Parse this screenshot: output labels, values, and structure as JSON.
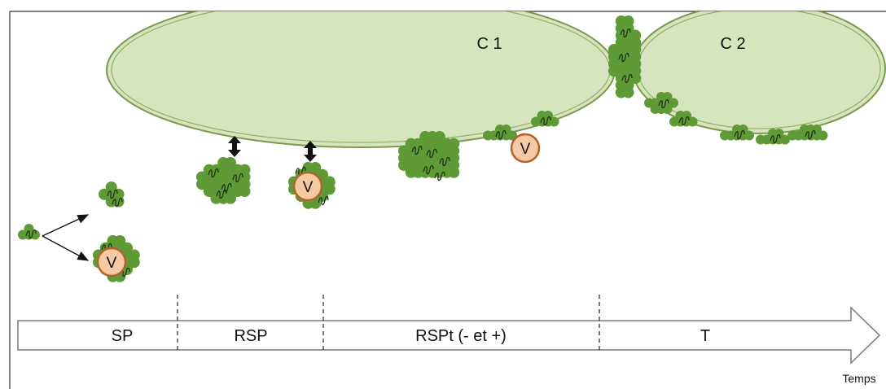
{
  "cells": [
    {
      "id": "c1",
      "label": "C 1"
    },
    {
      "id": "c2",
      "label": "C 2"
    }
  ],
  "virus_label": "V",
  "timeline": {
    "segments": [
      "SP",
      "RSP",
      "RSPt (- et +)",
      "T"
    ],
    "axis_label": "Temps"
  },
  "colors": {
    "cell_fill": "#d6e5bd",
    "cell_stroke": "#7a9a4f",
    "bacteria_fill": "#5e9a35",
    "virus_fill": "#f5c9a1",
    "virus_stroke": "#b5612a",
    "frame": "#333333"
  }
}
